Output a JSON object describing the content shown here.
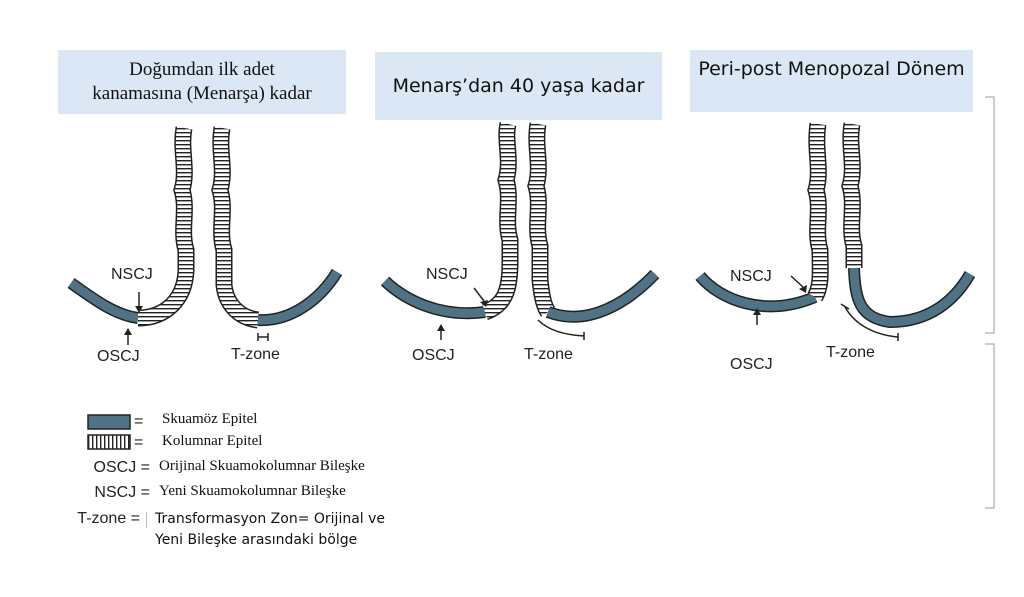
{
  "panels": [
    {
      "title_line1": "Doğumdan ilk adet",
      "title_line2": "kanamasına (Menarşa) kadar",
      "nscj": "NSCJ",
      "oscj": "OSCJ",
      "tzone": "T-zone"
    },
    {
      "title": "Menarş’dan 40 yaşa kadar",
      "nscj": "NSCJ",
      "oscj": "OSCJ",
      "tzone": "T-zone"
    },
    {
      "title": "Peri-post Menopozal Dönem",
      "nscj": "NSCJ",
      "oscj": "OSCJ",
      "tzone": "T-zone"
    }
  ],
  "legend": {
    "eq": "=",
    "squamous": "Skuamöz Epitel",
    "columnar": "Kolumnar Epitel",
    "oscj_key": "OSCJ =",
    "oscj_text": "Orijinal Skuamokolumnar Bileşke",
    "nscj_key": "NSCJ =",
    "nscj_text": "Yeni Skuamokolumnar Bileşke",
    "tzone_key": "T-zone =",
    "tzone_text_line1": "Transformasyon Zon= Orijinal ve",
    "tzone_text_line2": "Yeni Bileşke arasındaki bölge"
  },
  "colors": {
    "squamous": "#4f7384",
    "title_bg": "#dbe7f4",
    "outline": "#222222"
  }
}
